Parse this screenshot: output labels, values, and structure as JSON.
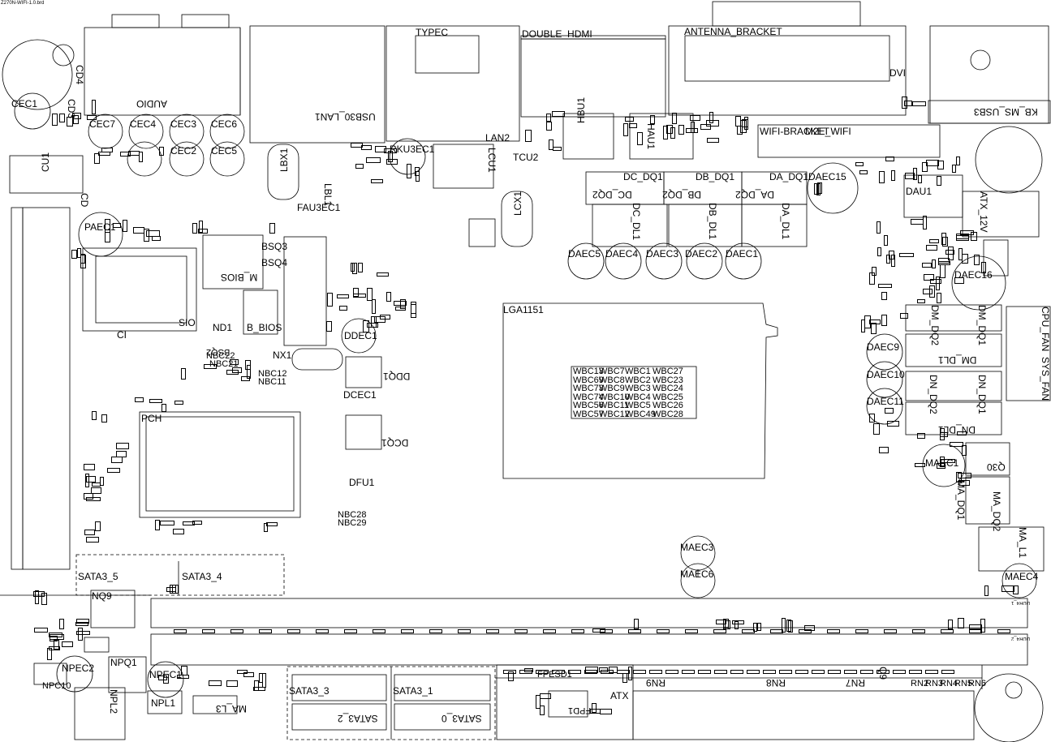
{
  "file_name": "Z270N-WIFI-1.0.brd",
  "connectors": {
    "audio": "AUDIO",
    "usb30_lan1": "USB30_LAN1",
    "typec": "TYPEC",
    "double_hdmi": "DOUBLE_HDMI",
    "antenna_bracket": "ANTENNA_BRACKET",
    "dvi": "DVI",
    "kb_ms_usb3": "KB_MS_USB3",
    "wifi_bracket": "WIFI-BRACKET",
    "m2e_wifi": "M2E_WIFI",
    "lga1151": "LGA1151",
    "atx_12v": "ATX_12V",
    "cpu_fan": "CPU_FAN",
    "sys_fan": "SYS_FAN",
    "pch": "PCH",
    "sata3_5": "SATA3_5",
    "sata3_4": "SATA3_4",
    "sata3_3": "SATA3_3",
    "sata3_2": "SATA3_2",
    "sata3_1": "SATA3_1",
    "sata3_0": "SATA3_0",
    "atx": "ATX",
    "ddr4_1": "DDR4_1",
    "ddr4_2": "DDR4_2",
    "m_bios": "M_BIOS",
    "b_bios": "B_BIOS"
  },
  "components": {
    "cec1": "CEC1",
    "cec7": "CEC7",
    "cec4": "CEC4",
    "cec3": "CEC3",
    "cec6": "CEC6",
    "cec2": "CEC2",
    "cec5": "CEC5",
    "cd4": "CD4",
    "cd3": "CD3",
    "cu1": "CU1",
    "cd": "CD",
    "paec1": "PAEC1",
    "lbx1": "LBX1",
    "lbl1": "LBL1",
    "fau3ec1": "FAU3EC1",
    "bsq3": "BSQ3",
    "bsq4": "BSQ4",
    "sio": "SIO",
    "ci": "CI",
    "nd1": "ND1",
    "bsq2": "BSQ2",
    "nbc22": "NBC22",
    "nbc21": "NBC21",
    "nx1": "NX1",
    "nbc12": "NBC12",
    "nbc11": "NBC11",
    "rku3ec1": "RKU3EC1",
    "lan2": "LAN2",
    "lcu1": "LCU1",
    "tcu2": "TCU2",
    "lcx1": "LCX1",
    "ddec1": "DDEC1",
    "ddq1": "DDQ1",
    "dcec1": "DCEC1",
    "dcq1": "DCQ1",
    "dfu1": "DFU1",
    "nbc28": "NBC28",
    "nbc29": "NBC29",
    "hbu1": "HBU1",
    "hau1": "HAU1",
    "dc_dq1": "DC_DQ1",
    "db_dq1": "DB_DQ1",
    "da_dq1": "DA_DQ1",
    "dc_dq2": "DC_DQ2",
    "db_dq2": "DB_DQ2",
    "da_dq2": "DA_DQ2",
    "dc_dl1": "DC_DL1",
    "db_dl1": "DB_DL1",
    "da_dl1": "DA_DL1",
    "daec15": "DAEC15",
    "dau1": "DAU1",
    "daec5": "DAEC5",
    "daec4": "DAEC4",
    "daec3": "DAEC3",
    "daec2": "DAEC2",
    "daec1": "DAEC1",
    "daec16": "DAEC16",
    "dm_dq2": "DM_DQ2",
    "dm_dq1": "DM_DQ1",
    "dm_dl1": "DM_DL1",
    "dn_dq2": "DN_DQ2",
    "dn_dq1": "DN_DQ1",
    "dn_dl1": "DN_DL1",
    "daec9": "DAEC9",
    "daec10": "DAEC10",
    "daec11": "DAEC11",
    "maec1": "MAEC1",
    "q30": "Q30",
    "ma_dq1": "MA_DQ1",
    "ma_dq2": "MA_DQ2",
    "ma_l1": "MA_L1",
    "maec4": "MAEC4",
    "maec3": "MAEC3",
    "maec6": "MAEC6",
    "nq9": "NQ9",
    "npec2": "NPEC2",
    "npq1": "NPQ1",
    "npec1": "NPEC1",
    "npl2": "NPL2",
    "npl1": "NPL1",
    "npc10": "NPC10",
    "ma_l3": "MA_L3",
    "fpesd1": "FPESD1",
    "fpd1": "FPD1",
    "rn9": "RN9",
    "rn8": "RN8",
    "rn7": "RN7",
    "q9": "Q9",
    "rn2": "RN2",
    "rn3": "RN3",
    "rn4": "RN4",
    "rn5": "RN5",
    "rn6": "RN6"
  },
  "wbc_grid": [
    [
      "WBC13",
      "WBC7",
      "WBC1",
      "WBC27"
    ],
    [
      "WBC69",
      "WBC8",
      "WBC2",
      "WBC23"
    ],
    [
      "WBC73",
      "WBC9",
      "WBC3",
      "WBC24"
    ],
    [
      "WBC74",
      "WBC10",
      "WBC4",
      "WBC25"
    ],
    [
      "WBC56",
      "WBC11",
      "WBC5",
      "WBC26"
    ],
    [
      "WBC57",
      "WBC12",
      "WBC49",
      "WBC28"
    ]
  ]
}
